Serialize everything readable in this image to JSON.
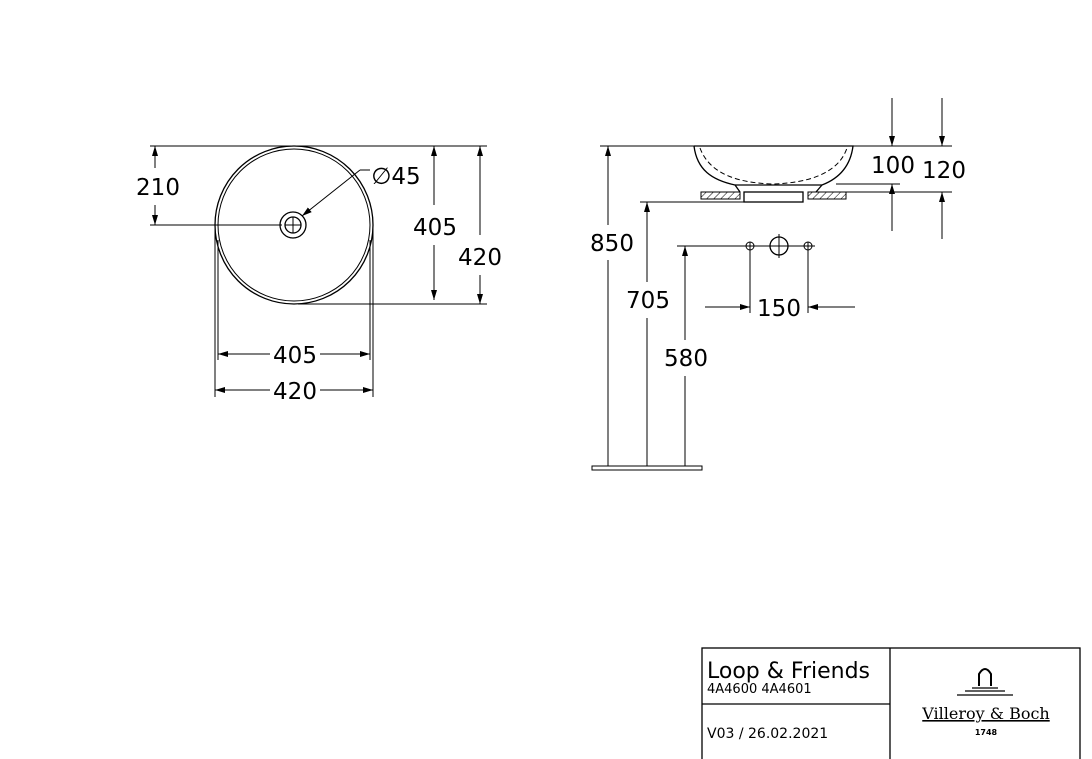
{
  "top_view": {
    "dim_210": "210",
    "dim_diameter": "∅45",
    "dim_405_vertical": "405",
    "dim_420_vertical": "420",
    "dim_405_horizontal": "405",
    "dim_420_horizontal": "420"
  },
  "side_view": {
    "dim_100": "100",
    "dim_120": "120",
    "dim_850": "850",
    "dim_705": "705",
    "dim_580": "580",
    "dim_150": "150"
  },
  "title_block": {
    "product_name": "Loop & Friends",
    "article_numbers": "4A4600 4A4601",
    "version_date": "V03 / 26.02.2021",
    "brand": "Villeroy & Boch",
    "brand_year": "1748"
  }
}
